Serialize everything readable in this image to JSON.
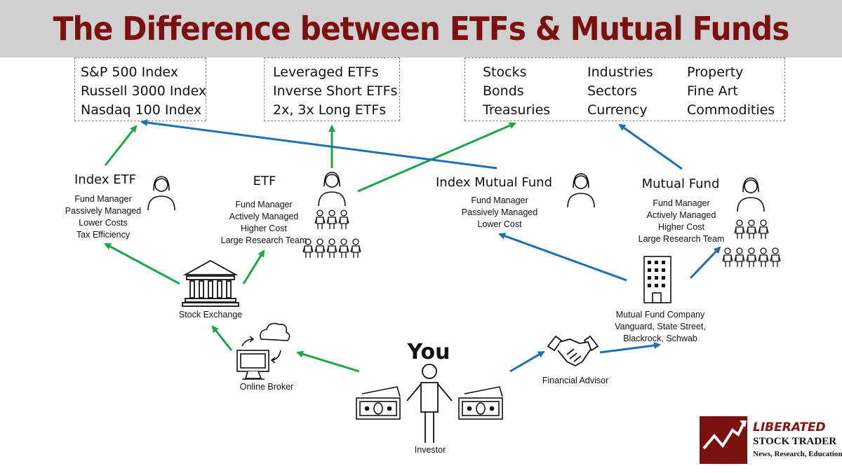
{
  "title": "The Difference between ETFs & Mutual Funds",
  "colors": {
    "title": "#7a1010",
    "green_arrow": "#1aa64a",
    "blue_arrow": "#1f6fb2",
    "title_bar": "#d0d0d0"
  },
  "boxes": {
    "indexes": [
      "S&P 500 Index",
      "Russell 3000 Index",
      "Nasdaq 100 Index"
    ],
    "etf_types": [
      "Leveraged ETFs",
      "Inverse Short ETFs",
      "2x, 3x Long ETFs"
    ],
    "assets": {
      "col1": [
        "Stocks",
        "Bonds",
        "Treasuries"
      ],
      "col2": [
        "Industries",
        "Sectors",
        "Currency"
      ],
      "col3": [
        "Property",
        "Fine Art",
        "Commodities"
      ]
    }
  },
  "index_etf": {
    "name": "Index ETF",
    "details": [
      "Fund Manager",
      "Passively Managed",
      "Lower Costs",
      "Tax Efficiency"
    ]
  },
  "etf": {
    "name": "ETF",
    "details": [
      "Fund Manager",
      "Actively Managed",
      "Higher Cost",
      "Large Research Team"
    ]
  },
  "index_mutual_fund": {
    "name": "Index Mutual Fund",
    "details": [
      "Fund Manager",
      "Passively Managed",
      "Lower Cost"
    ]
  },
  "mutual_fund": {
    "name": "Mutual Fund",
    "details": [
      "Fund Manager",
      "Actively Managed",
      "Higher Cost",
      "Large Research Team"
    ]
  },
  "stock_exchange": "Stock Exchange",
  "online_broker": "Online Broker",
  "you": "You",
  "investor": "Investor",
  "financial_advisor": "Financial Advisor",
  "mutual_fund_company": [
    "Mutual Fund Company",
    "Vanguard, State Street,",
    "Blackrock, Schwab"
  ],
  "logo": {
    "name": "LIBERATED",
    "name2": "STOCK TRADER",
    "tagline": "News, Research, Education"
  },
  "icons": [
    "person-icon",
    "team-icon",
    "building-icon",
    "bank-icon",
    "computer-cloud-icon",
    "handshake-icon",
    "money-icon",
    "investor-icon",
    "logo-chart-icon"
  ]
}
